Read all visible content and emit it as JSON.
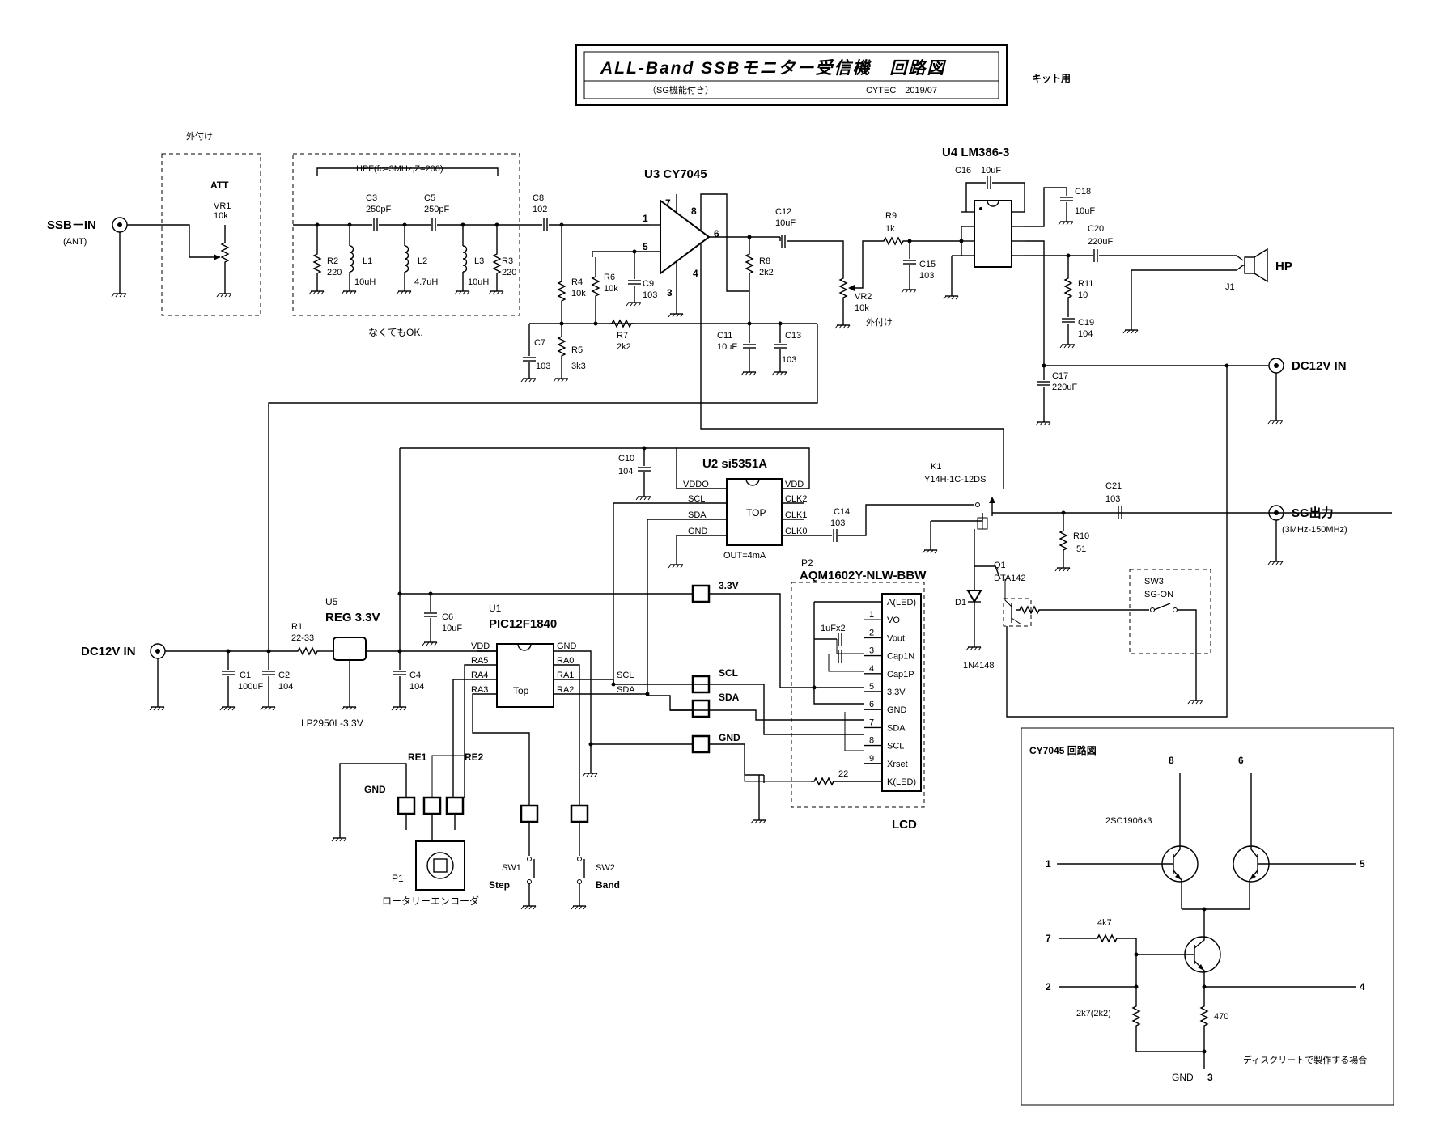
{
  "title": {
    "main": "ALL-Band SSBモニター受信機　回路図",
    "sub": "（SG機能付き）",
    "maker": "CYTEC　2019/07",
    "note": "キット用"
  },
  "sections": {
    "external1": "外付け",
    "att": "ATT",
    "hpf": "HPF(fc=3MHz,Z=200)",
    "optional": "なくてもOK.",
    "external2": "外付け",
    "lcd": "LCD"
  },
  "connectors": {
    "ssb_in": "SSB－IN",
    "ant": "(ANT)",
    "hp": "HP",
    "j1": "J1",
    "dc12v_right": "DC12V IN",
    "dc12v_left": "DC12V IN",
    "sg_out": "SG出力",
    "sg_range": "(3MHz-150MHz)"
  },
  "components": {
    "vr1": [
      "VR1",
      "10k"
    ],
    "r2": [
      "R2",
      "220"
    ],
    "l1": [
      "L1",
      "10uH"
    ],
    "c3": [
      "C3",
      "250pF"
    ],
    "l2": [
      "L2",
      "4.7uH"
    ],
    "c5": [
      "C5",
      "250pF"
    ],
    "l3": [
      "L3",
      "10uH"
    ],
    "r3": [
      "R3",
      "220"
    ],
    "c8": [
      "C8",
      "102"
    ],
    "u3": [
      "U3",
      "CY7045"
    ],
    "r4": [
      "R4",
      "10k"
    ],
    "r6": [
      "R6",
      "10k"
    ],
    "c9": [
      "C9",
      "103"
    ],
    "c7": [
      "C7",
      "103"
    ],
    "r5": [
      "R5",
      "3k3"
    ],
    "r7": [
      "R7",
      "2k2"
    ],
    "c12": [
      "C12",
      "10uF"
    ],
    "r8": [
      "R8",
      "2k2"
    ],
    "c11": [
      "C11",
      "10uF"
    ],
    "c13": [
      "C13",
      "103"
    ],
    "vr2": [
      "VR2",
      "10k"
    ],
    "r9": [
      "R9",
      "1k"
    ],
    "c15": [
      "C15",
      "103"
    ],
    "u4": [
      "U4",
      "LM386-3"
    ],
    "c16": [
      "C16",
      "10uF"
    ],
    "c18": [
      "C18",
      "10uF"
    ],
    "c20": [
      "C20",
      "220uF"
    ],
    "r11": [
      "R11",
      "10"
    ],
    "c19": [
      "C19",
      "104"
    ],
    "c17": [
      "C17",
      "220uF"
    ],
    "c10": [
      "C10",
      "104"
    ],
    "u2": [
      "U2",
      "si5351A"
    ],
    "c14": [
      "C14",
      "103"
    ],
    "k1": [
      "K1",
      "Y14H-1C-12DS"
    ],
    "c21": [
      "C21",
      "103"
    ],
    "r10": [
      "R10",
      "51"
    ],
    "q1": [
      "Q1",
      "DTA142"
    ],
    "d1": [
      "D1",
      "1N4148"
    ],
    "sw3": [
      "SW3",
      "SG-ON"
    ],
    "p2": [
      "P2",
      "AQM1602Y-NLW-BBW"
    ],
    "u5": [
      "U5",
      "REG 3.3V",
      "LP2950L-3.3V"
    ],
    "r1": [
      "R1",
      "22-33"
    ],
    "c1": [
      "C1",
      "100uF"
    ],
    "c2": [
      "C2",
      "104"
    ],
    "c4": [
      "C4",
      "104"
    ],
    "c6": [
      "C6",
      "10uF"
    ],
    "u1": [
      "U1",
      "PIC12F1840"
    ],
    "p1": [
      "P1",
      "ロータリーエンコーダ"
    ],
    "sw1": [
      "SW1",
      "Step"
    ],
    "sw2": [
      "SW2",
      "Band"
    ],
    "r22": "22",
    "cap_lcd": "1uFx2"
  },
  "ic_pins": {
    "u3": [
      "7",
      "8",
      "1",
      "5",
      "6",
      "3",
      "4"
    ],
    "u2_left": [
      "VDDO",
      "SCL",
      "SDA",
      "GND"
    ],
    "u2_right": [
      "VDD",
      "CLK2",
      "CLK1",
      "CLK0"
    ],
    "u2_center": "TOP",
    "u2_out": "OUT=4mA",
    "u1_left": [
      "VDD",
      "RA5",
      "RA4",
      "RA3"
    ],
    "u1_right": [
      "GND",
      "RA0",
      "RA1",
      "RA2"
    ],
    "u1_center": "Top",
    "u1_nets": [
      "SCL",
      "SDA"
    ],
    "lcd_pins": [
      {
        "n": "",
        "name": "A(LED)"
      },
      {
        "n": "1",
        "name": "VO"
      },
      {
        "n": "2",
        "name": "Vout"
      },
      {
        "n": "3",
        "name": "Cap1N"
      },
      {
        "n": "4",
        "name": "Cap1P"
      },
      {
        "n": "5",
        "name": "3.3V"
      },
      {
        "n": "6",
        "name": "GND"
      },
      {
        "n": "7",
        "name": "SDA"
      },
      {
        "n": "8",
        "name": "SCL"
      },
      {
        "n": "9",
        "name": "Xrset"
      },
      {
        "n": "",
        "name": "K(LED)"
      }
    ]
  },
  "pads": {
    "v33": "3.3V",
    "scl": "SCL",
    "sda": "SDA",
    "gnd": "GND",
    "re1": "RE1",
    "re2": "RE2",
    "enc_gnd": "GND"
  },
  "inset": {
    "title": "CY7045 回路図",
    "transistors": "2SC1906x3",
    "pins": [
      "8",
      "6",
      "1",
      "5",
      "7",
      "2",
      "4",
      "3"
    ],
    "r_4k7": "4k7",
    "r_2k7": "2k7(2k2)",
    "r_470": "470",
    "gnd": "GND",
    "note": "ディスクリートで製作する場合"
  }
}
